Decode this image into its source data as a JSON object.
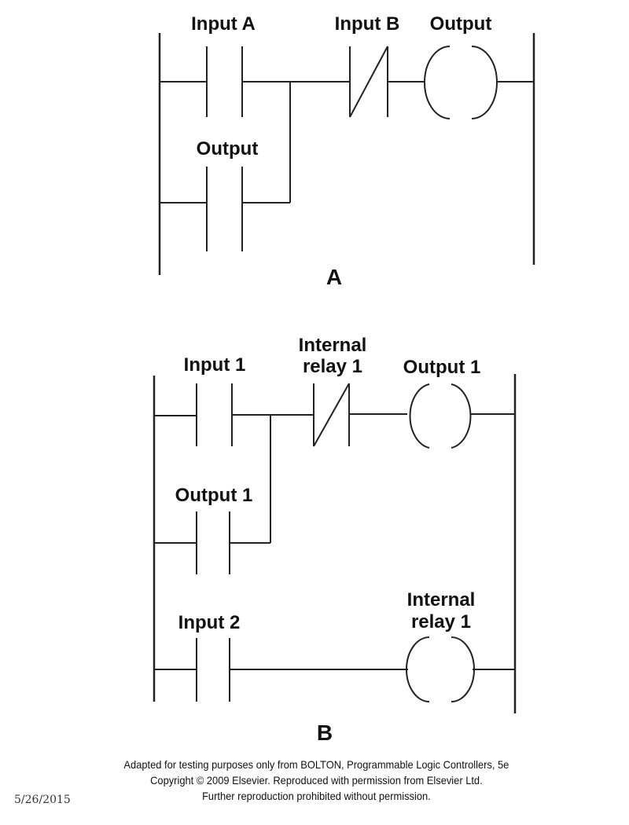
{
  "diagram_a": {
    "caption": "A",
    "rungs": [
      {
        "elements": [
          {
            "type": "contact_no",
            "label": "Input A"
          },
          {
            "type": "contact_nc",
            "label": "Input B"
          },
          {
            "type": "coil",
            "label": "Output"
          }
        ],
        "parallel_branch": {
          "type": "contact_no",
          "label": "Output",
          "across": "Input A"
        }
      }
    ]
  },
  "diagram_b": {
    "caption": "B",
    "rungs": [
      {
        "elements": [
          {
            "type": "contact_no",
            "label": "Input 1"
          },
          {
            "type": "contact_nc",
            "label_line1": "Internal",
            "label_line2": "relay 1"
          },
          {
            "type": "coil",
            "label": "Output 1"
          }
        ],
        "parallel_branch": {
          "type": "contact_no",
          "label": "Output 1",
          "across": "Input 1"
        }
      },
      {
        "elements": [
          {
            "type": "contact_no",
            "label": "Input 2"
          },
          {
            "type": "coil",
            "label_line1": "Internal",
            "label_line2": "relay 1"
          }
        ]
      }
    ]
  },
  "footer": {
    "credit_line1": "Adapted for testing purposes only from BOLTON, Programmable Logic Controllers, 5e",
    "credit_line2": "Copyright © 2009 Elsevier. Reproduced with permission from Elsevier Ltd.",
    "credit_line3": "Further reproduction prohibited without permission.",
    "date": "5/26/2015"
  }
}
